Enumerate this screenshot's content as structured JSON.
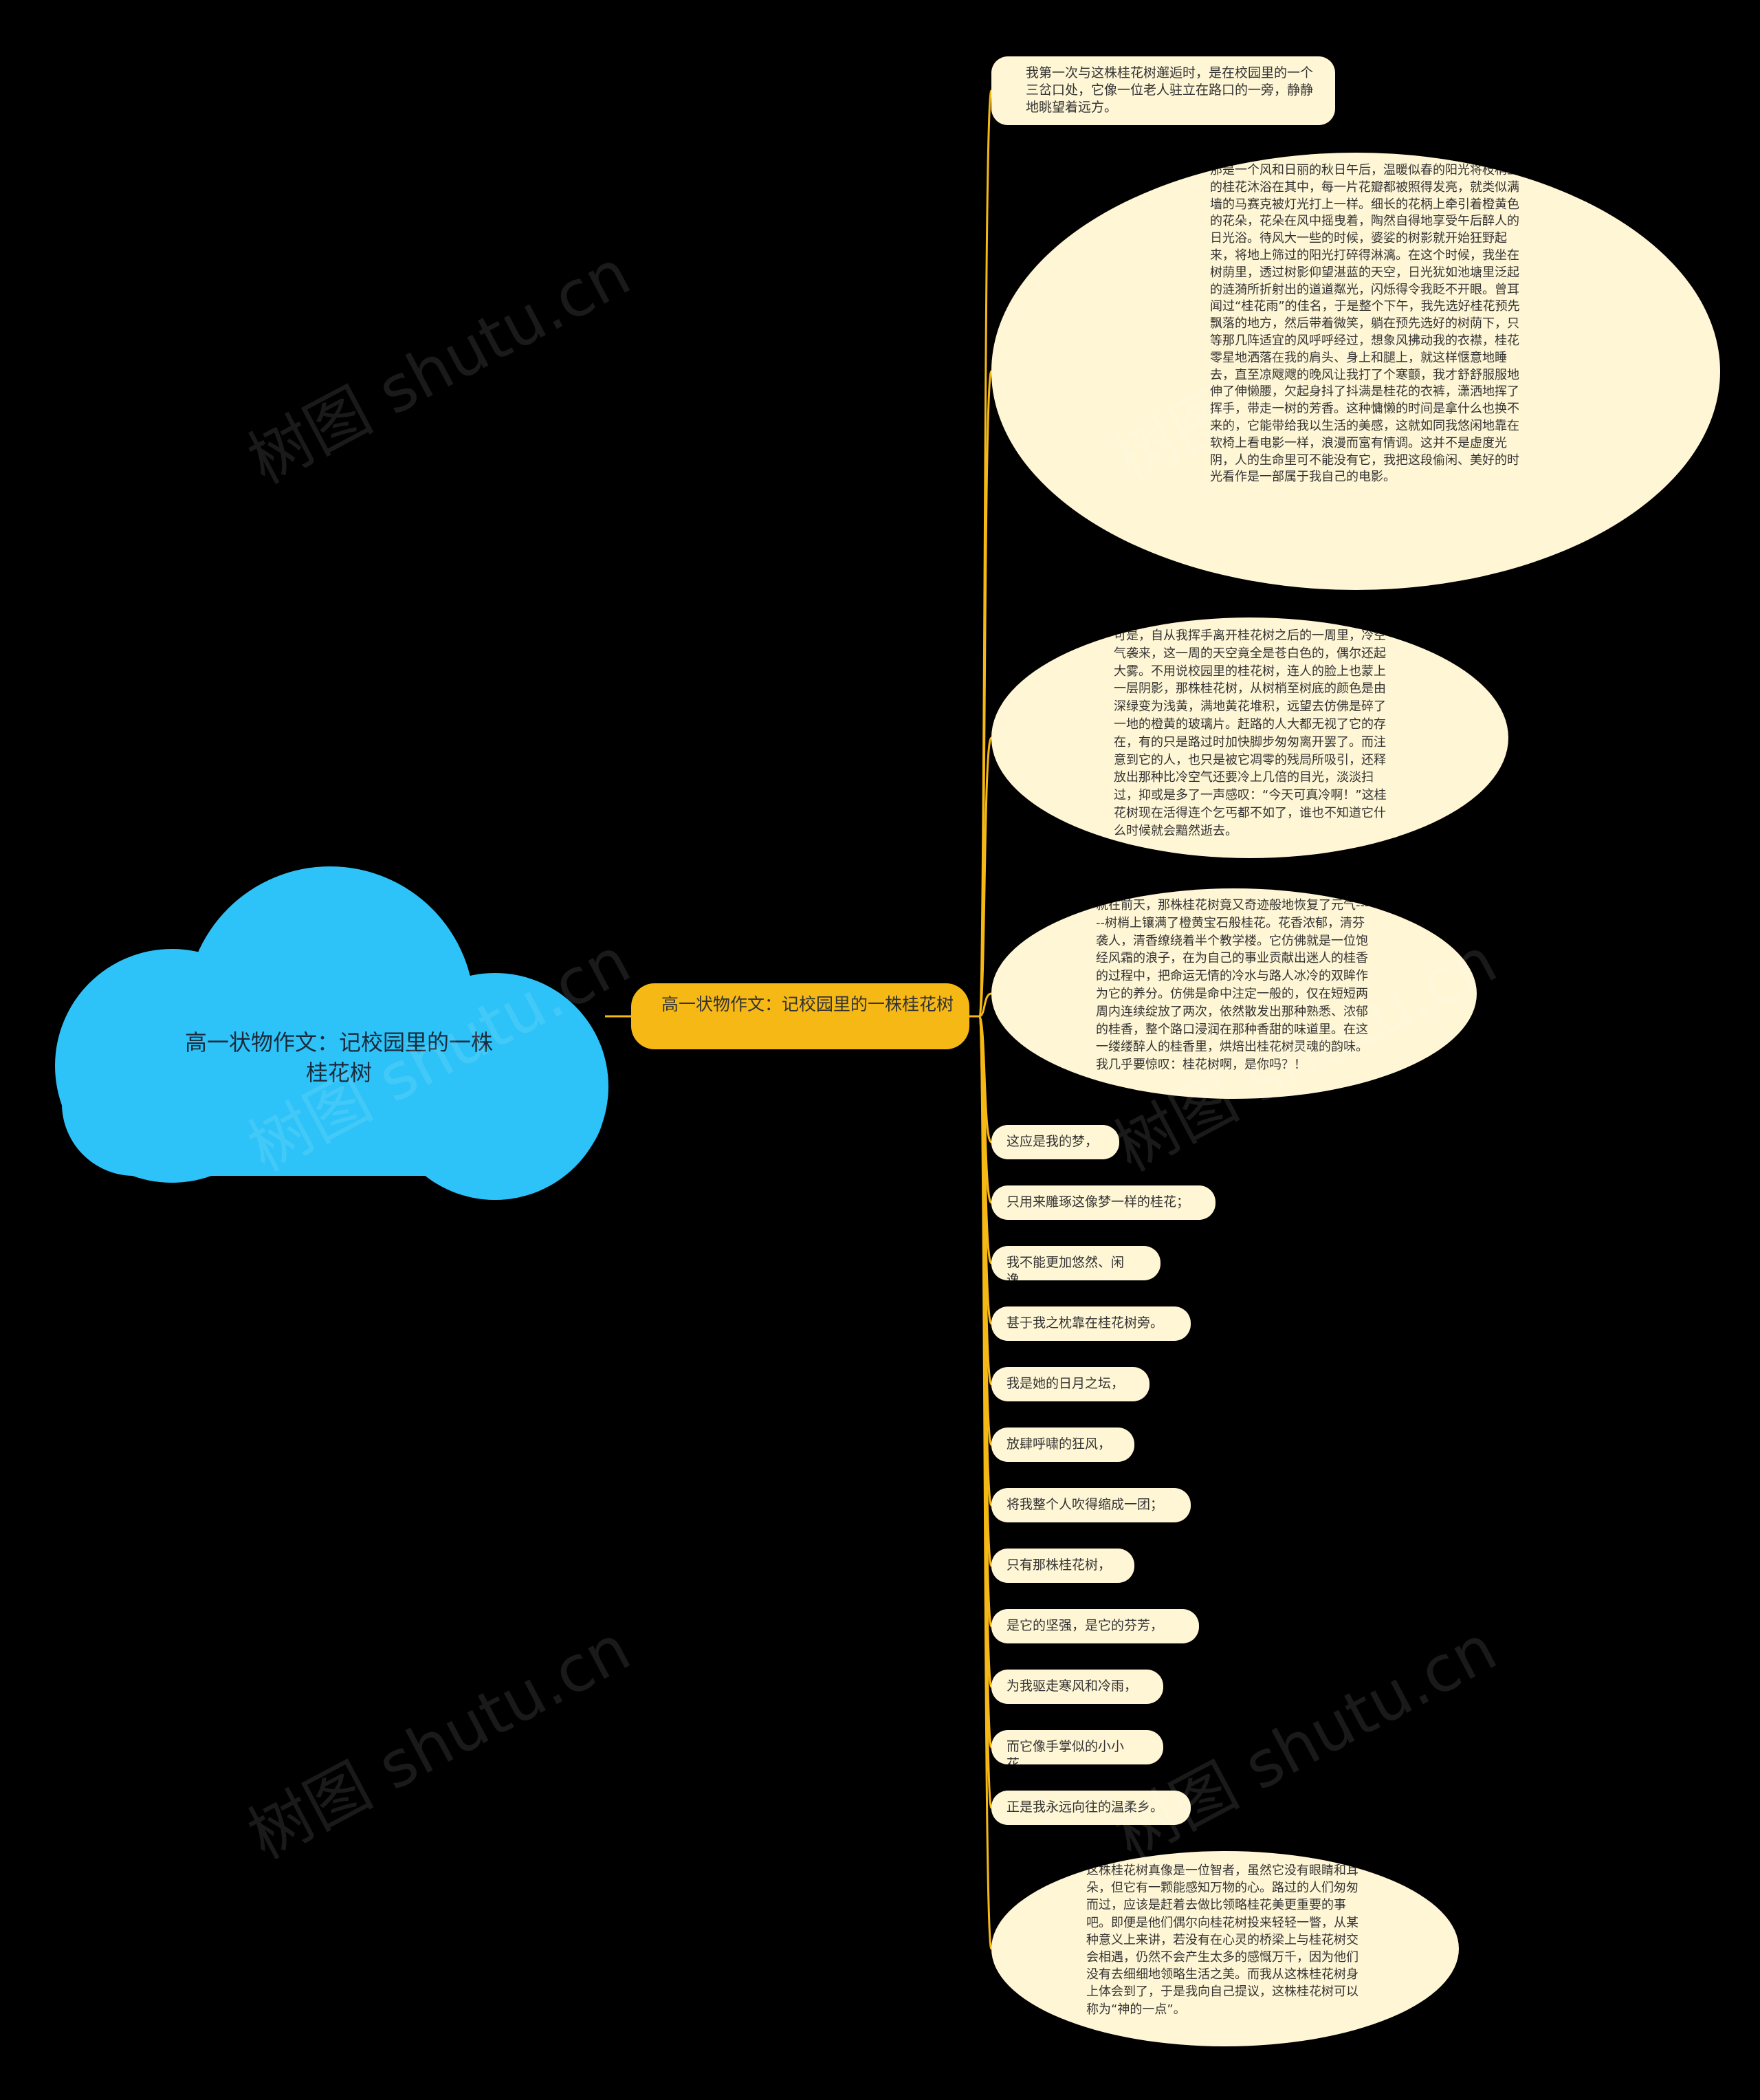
{
  "root": {
    "label": "高一状物作文：记校园里的一株桂花树"
  },
  "branch": {
    "label": "高一状物作文：记校园里的一株桂花树"
  },
  "leaves": [
    "我第一次与这株桂花树邂逅时，是在校园里的一个三岔口处，它像一位老人驻立在路口的一旁，静静地眺望着远方。",
    "那是一个风和日丽的秋日午后，温暖似春的阳光将枝梢上的桂花沐浴在其中，每一片花瓣都被照得发亮，就类似满墙的马赛克被灯光打上一样。细长的花柄上牵引着橙黄色的花朵，花朵在风中摇曳着，陶然自得地享受午后醉人的日光浴。待风大一些的时候，婆娑的树影就开始狂野起来，将地上筛过的阳光打碎得淋漓。在这个时候，我坐在树荫里，透过树影仰望湛蓝的天空，日光犹如池塘里泛起的涟漪所折射出的道道粼光，闪烁得令我眨不开眼。曾耳闻过“桂花雨”的佳名，于是整个下午，我先选好桂花预先飘落的地方，然后带着微笑，躺在预先选好的树荫下，只等那几阵适宜的风呼呼经过，想象风拂动我的衣襟，桂花零星地洒落在我的肩头、身上和腿上，就这样惬意地睡去，直至凉飕飕的晚风让我打了个寒颤，我才舒舒服服地伸了伸懒腰，欠起身抖了抖满是桂花的衣裤，潇洒地挥了挥手，带走一树的芳香。这种慵懒的时间是拿什么也换不来的，它能带给我以生活的美感，这就如同我悠闲地靠在软椅上看电影一样，浪漫而富有情调。这并不是虚度光阴，人的生命里可不能没有它，我把这段偷闲、美好的时光看作是一部属于我自己的电影。",
    "可是，自从我挥手离开桂花树之后的一周里，冷空气袭来，这一周的天空竟全是苍白色的，偶尔还起大雾。不用说校园里的桂花树，连人的脸上也蒙上一层阴影，那株桂花树，从树梢至树底的颜色是由深绿变为浅黄，满地黄花堆积，远望去仿佛是碎了一地的橙黄的玻璃片。赶路的人大都无视了它的存在，有的只是路过时加快脚步匆匆离开罢了。而注意到它的人，也只是被它凋零的残局所吸引，还释放出那种比冷空气还要冷上几倍的目光，淡淡扫过，抑或是多了一声感叹：“今天可真冷啊！”这桂花树现在活得连个乞丐都不如了，谁也不知道它什么时候就会黯然逝去。",
    "就在前天，那株桂花树竟又奇迹般地恢复了元气------树梢上镶满了橙黄宝石般桂花。花香浓郁，清芬袭人，清香缭绕着半个教学楼。它仿佛就是一位饱经风霜的浪子，在为自己的事业贡献出迷人的桂香的过程中，把命运无情的冷水与路人冰冷的双眸作为它的养分。仿佛是命中注定一般的，仅在短短两周内连续绽放了两次，依然散发出那种熟悉、浓郁的桂香，整个路口浸润在那种香甜的味道里。在这一缕缕醉人的桂香里，烘焙出桂花树灵魂的韵味。我几乎要惊叹：桂花树啊，是你吗？！",
    "这应是我的梦，",
    "只用来雕琢这像梦一样的桂花；",
    "我不能更加悠然、闲逸，",
    "甚于我之枕靠在桂花树旁。",
    "我是她的日月之坛，",
    "放肆呼啸的狂风，",
    "将我整个人吹得缩成一团；",
    "只有那株桂花树，",
    "是它的坚强，是它的芬芳，",
    "为我驱走寒风和冷雨，",
    "而它像手掌似的小小花，",
    "正是我永远向往的温柔乡。",
    "这株桂花树真像是一位智者，虽然它没有眼睛和耳朵，但它有一颗能感知万物的心。路过的人们匆匆而过，应该是赶着去做比领略桂花美更重要的事吧。即便是他们偶尔向桂花树投来轻轻一瞥，从某种意义上来讲，若没有在心灵的桥梁上与桂花树交会相遇，仍然不会产生太多的感慨万千，因为他们没有去细细地领略生活之美。而我从这株桂花树身上体会到了，于是我向自己提议，这株桂花树可以称为“神的一点”。"
  ],
  "watermark": "树图 shutu.cn",
  "colors": {
    "background": "#000000",
    "cloud": "#2ec3f8",
    "branch": "#f5b815",
    "leaf": "#fff6d5",
    "line": "#f5b815"
  }
}
